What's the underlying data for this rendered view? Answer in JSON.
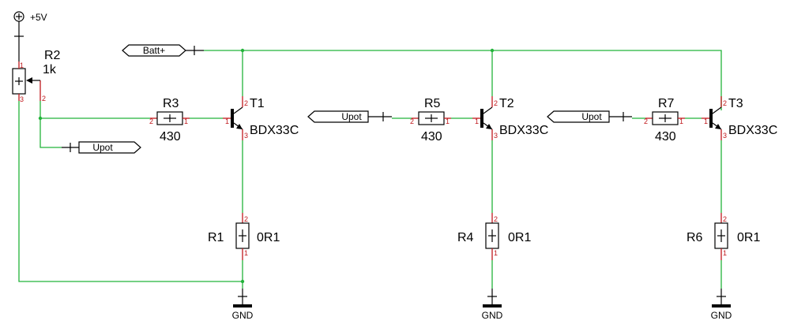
{
  "power": {
    "label": "+5V"
  },
  "ground": {
    "label": "GND"
  },
  "nets": {
    "batt": "Batt+",
    "upot": "Upot"
  },
  "components": {
    "R2": {
      "ref": "R2",
      "value": "1k"
    },
    "R3": {
      "ref": "R3",
      "value": "430"
    },
    "R5": {
      "ref": "R5",
      "value": "430"
    },
    "R7": {
      "ref": "R7",
      "value": "430"
    },
    "T1": {
      "ref": "T1",
      "value": "BDX33C"
    },
    "T2": {
      "ref": "T2",
      "value": "BDX33C"
    },
    "T3": {
      "ref": "T3",
      "value": "BDX33C"
    },
    "R1": {
      "ref": "R1",
      "value": "0R1"
    },
    "R4": {
      "ref": "R4",
      "value": "0R1"
    },
    "R6": {
      "ref": "R6",
      "value": "0R1"
    }
  },
  "pins": {
    "p1": "1",
    "p2": "2",
    "p3": "3"
  },
  "colors": {
    "wire": "#22b33a",
    "pin": "#c0181c",
    "symbol": "#000000"
  }
}
